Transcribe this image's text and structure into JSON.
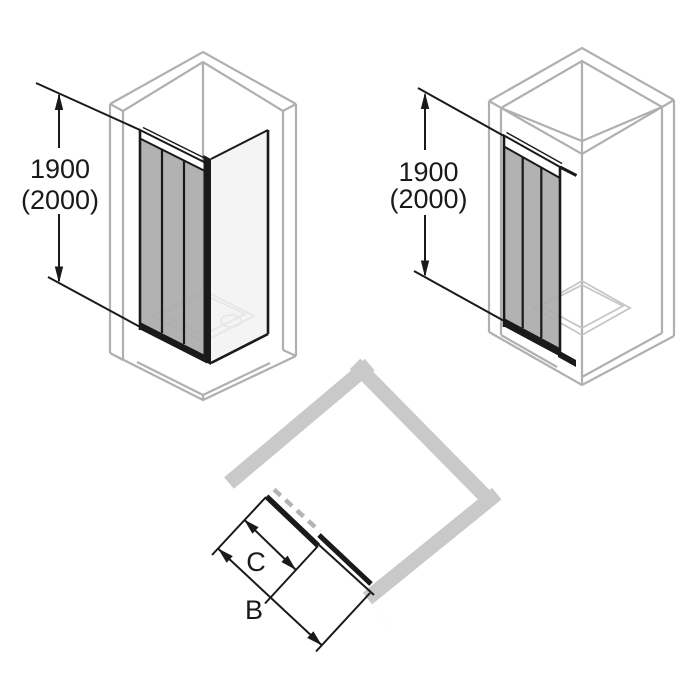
{
  "colors": {
    "background": "#ffffff",
    "line": "#1a1a1a",
    "wall_line": "#b0b0b0",
    "wall_fill": "#c9c9c9",
    "glass_dark": "#ababab",
    "glass_light": "#f0f0f0",
    "tray_line": "#c6c6c6",
    "dash": "#b4b4b4",
    "rail_white": "#ffffff"
  },
  "figures": {
    "corner_entry": {
      "height_label": "1900",
      "height_alt_label": "(2000)"
    },
    "niche": {
      "height_label": "1900",
      "height_alt_label": "(2000)"
    },
    "plan": {
      "inner_width_label": "C",
      "total_width_label": "B"
    }
  }
}
